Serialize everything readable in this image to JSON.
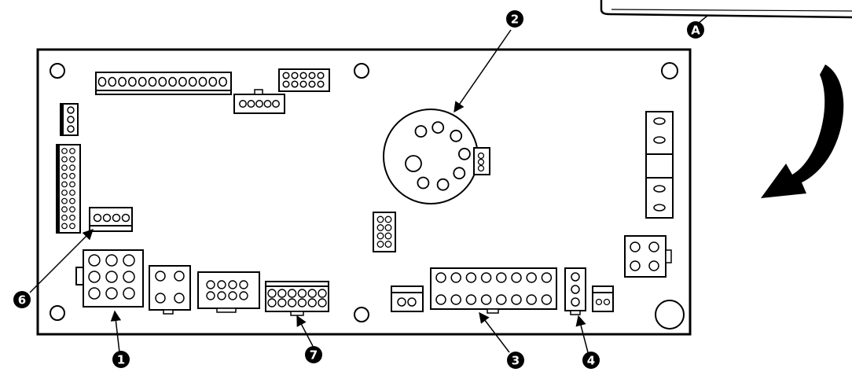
{
  "callouts": {
    "c1": "1",
    "c2": "2",
    "c3": "3",
    "c4": "4",
    "c6": "6",
    "c7": "7",
    "cA": "A"
  },
  "colors": {
    "ink": "#000000",
    "paper": "#ffffff"
  }
}
